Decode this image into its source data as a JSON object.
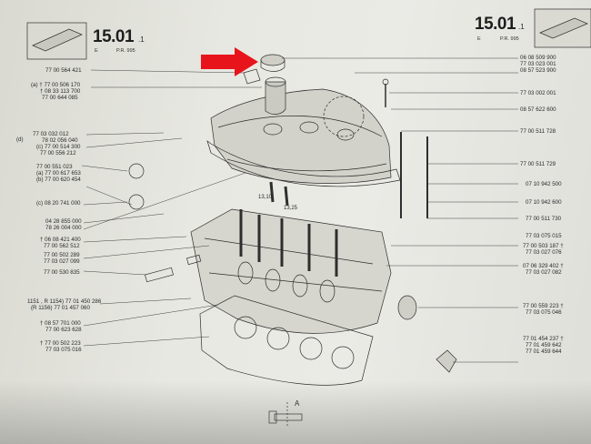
{
  "header": {
    "page_number_left": "15.01",
    "page_suffix_left": ".1",
    "page_letter_left": "E",
    "page_ref_left": "P.R. 995",
    "page_number_right": "15.01",
    "page_suffix_right": ".1",
    "page_letter_right": "E",
    "page_ref_right": "P.R. 995"
  },
  "colors": {
    "paper": "#e6e6e0",
    "ink": "#2a2a2a",
    "arrow": "#e8141c"
  },
  "left_labels": [
    "77 00 564 421",
    "(a) † 77 00 506 170",
    "† 08 33 113 700",
    "77 00 644 085",
    "77 03 032 012",
    "78 02 056 040",
    "(c) 77 00 514 300",
    "77 00 556 212",
    "77 00 551 023",
    "(a) 77 00 617 653",
    "(b) 77 00 620 454",
    "(c) 08 20 741 000",
    "04 28 855 000",
    "78 26 004 000",
    "† 06 08 421 400",
    "77 00 562 512",
    "77 00 502 289",
    "77 03 027 099",
    "77 00 530 835",
    "1151 , R 1154) 77 01 450 286",
    "(R 1156) 77 01 457 060",
    "† 08 57 701 000",
    "77 00 623 628",
    "† 77 00 502 223",
    "77 03 075 016"
  ],
  "left_prefixes": [
    "(d)"
  ],
  "right_labels": [
    "06 08 509 900",
    "77 03 023 001",
    "08 57 523 900",
    "77 03 002 001",
    "08 57 622 600",
    "77 00 511 728",
    "77 00 511 729",
    "07 10 942 500",
    "07 10 942 600",
    "77 00 511 730",
    "77 03 075 015",
    "77 00 503 187 †",
    "77 03 027 076",
    "07 06 329 402 †",
    "77 03 027 082",
    "77 00 559 223 †",
    "77 03 075 046",
    "77 01 454 237 †",
    "77 01 459 642",
    "77 01 459 644"
  ],
  "diagram_labels": [
    "13,10",
    "13,25",
    "A"
  ]
}
